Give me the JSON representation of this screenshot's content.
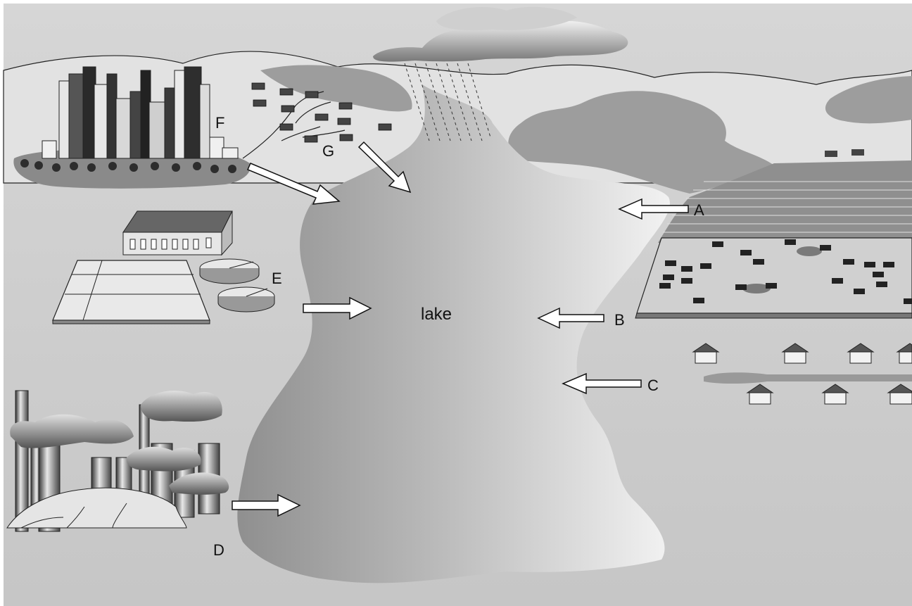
{
  "diagram": {
    "lake_label": "lake",
    "labels": {
      "A": "A",
      "B": "B",
      "C": "C",
      "D": "D",
      "E": "E",
      "F": "F",
      "G": "G"
    }
  },
  "colors": {
    "ground": "#c9c9c9",
    "hills": "#e3e3e3",
    "dark_hills": "#9a9a9a",
    "lake": "#b4b4b4",
    "lake_light": "#ececec",
    "arrow_fill": "#ffffff",
    "arrow_stroke": "#111111",
    "ink": "#111111"
  }
}
